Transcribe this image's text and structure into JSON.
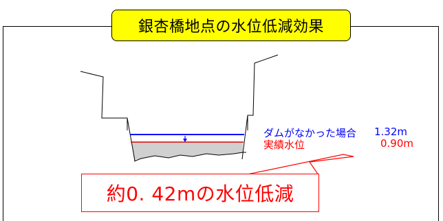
{
  "title": "銀杏橋地点の水位低減効果",
  "legend": {
    "without_dam": {
      "label": "ダムがなかった場合",
      "value": "1.32m",
      "color": "#0000ff"
    },
    "actual": {
      "label": "実績水位",
      "value": "0.90m",
      "color": "#ff0000"
    }
  },
  "callout": {
    "text": "約0. 42mの水位低減",
    "color": "#ff0000"
  },
  "water_levels_m": {
    "without_dam": 1.32,
    "actual": 0.9,
    "reduction": 0.42
  }
}
